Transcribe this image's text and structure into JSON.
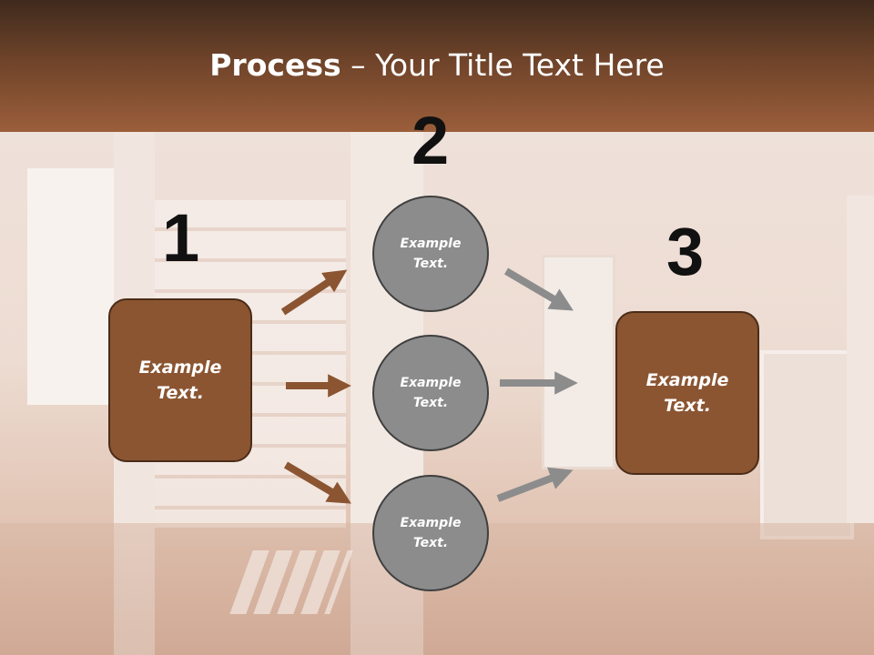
{
  "title": {
    "bold": "Process",
    "rest": " – Your Title Text Here"
  },
  "steps": {
    "one": {
      "number": "1",
      "box_text": "Example Text."
    },
    "two": {
      "number": "2",
      "circles": [
        "Example Text.",
        "Example Text.",
        "Example Text."
      ]
    },
    "three": {
      "number": "3",
      "box_text": "Example Text."
    }
  },
  "colors": {
    "header": "#6e4329",
    "box": "#8b5532",
    "circle": "#8c8c8c",
    "arrow_brown": "#8b5532",
    "arrow_gray": "#8c8c8c"
  }
}
